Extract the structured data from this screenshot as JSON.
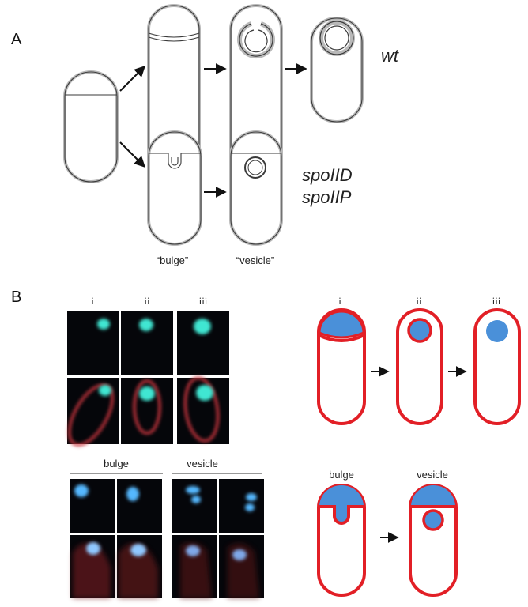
{
  "panel_a": {
    "label": "A",
    "wt_label": "wt",
    "mutant_labels": [
      "spoIID",
      "spoIIP"
    ],
    "bulge_caption": "“bulge”",
    "vesicle_caption": "“vesicle”"
  },
  "panel_b": {
    "label": "B",
    "stage_labels": [
      "i",
      "ii",
      "iii"
    ],
    "bulge_label": "bulge",
    "vesicle_label": "vesicle",
    "colors": {
      "membrane": "#e21f26",
      "forespore": "#4a90d9",
      "micrograph_background": "#05060a",
      "fluor_cyan": "#3fe6d2",
      "fluor_blue": "#54b8ff",
      "fluor_red": "#c8343c"
    }
  }
}
